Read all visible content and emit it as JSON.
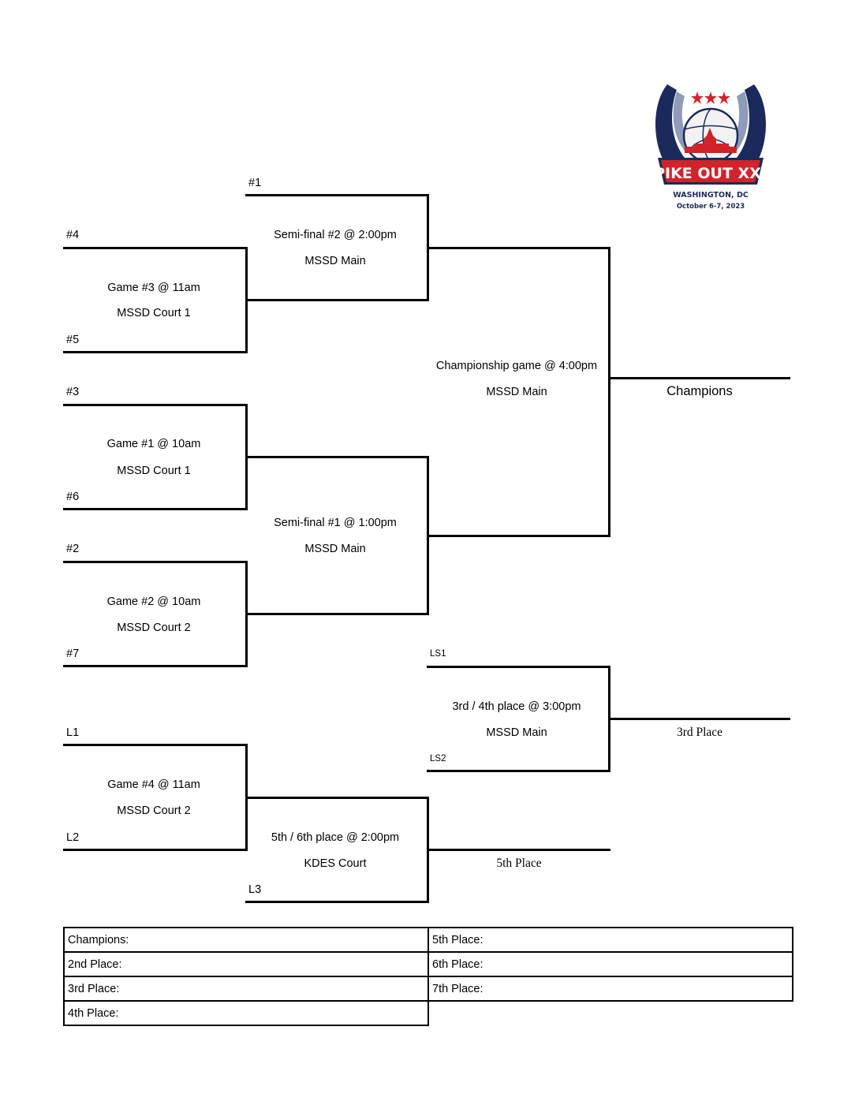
{
  "logo": {
    "title": "SPIKE OUT XXIV",
    "location": "WASHINGTON, DC",
    "dates": "October 6-7, 2023",
    "colors": {
      "navy": "#1b2a5b",
      "red": "#d1232a"
    }
  },
  "bracket": {
    "seeds": {
      "s1": "#1",
      "s4": "#4",
      "s5": "#5",
      "s3": "#3",
      "s6": "#6",
      "s2": "#2",
      "s7": "#7",
      "l1": "L1",
      "l2": "L2",
      "l3": "L3",
      "ls1": "LS1",
      "ls2": "LS2"
    },
    "games": {
      "game3": {
        "title": "Game #3 @ 11am",
        "venue": "MSSD Court 1"
      },
      "game1": {
        "title": "Game #1  @ 10am",
        "venue": "MSSD Court 1"
      },
      "game2": {
        "title": "Game #2 @ 10am",
        "venue": "MSSD Court 2"
      },
      "game4": {
        "title": "Game #4 @ 11am",
        "venue": "MSSD Court 2"
      },
      "semi2": {
        "title": "Semi-final #2 @ 2:00pm",
        "venue": "MSSD Main"
      },
      "semi1": {
        "title": "Semi-final #1 @ 1:00pm",
        "venue": "MSSD Main"
      },
      "championship": {
        "title": "Championship game @ 4:00pm",
        "venue": "MSSD Main"
      },
      "third": {
        "title": "3rd / 4th place @ 3:00pm",
        "venue": "MSSD Main"
      },
      "fifth": {
        "title": "5th / 6th place @ 2:00pm",
        "venue": "KDES Court"
      }
    },
    "results": {
      "champions": "Champions",
      "third": "3rd Place",
      "fifth": "5th Place"
    }
  },
  "standings": {
    "left": [
      "Champions:",
      "2nd Place:",
      "3rd Place:",
      "4th Place:"
    ],
    "right": [
      "5th Place:",
      "6th Place:",
      "7th Place:"
    ]
  }
}
